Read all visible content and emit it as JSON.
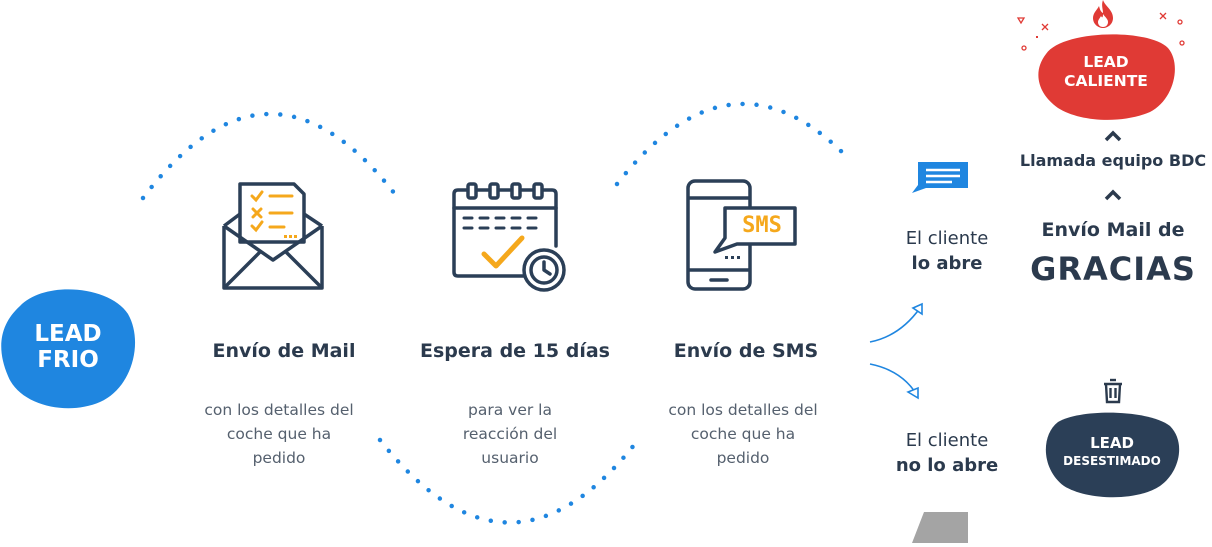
{
  "lead_frio": {
    "line1": "LEAD",
    "line2": "FRIO"
  },
  "steps": [
    {
      "title": "Envío de Mail",
      "desc_lines": [
        "con los detalles del",
        "coche que ha",
        "pedido"
      ]
    },
    {
      "title": "Espera de 15 días",
      "desc_lines": [
        "para ver la",
        "reacción del",
        "usuario"
      ]
    },
    {
      "title": "Envío de SMS",
      "desc_lines": [
        "con los detalles del",
        "coche que ha",
        "pedido"
      ]
    }
  ],
  "sms_badge": "SMS",
  "client_opens": {
    "line1": "El cliente",
    "line2": "lo abre"
  },
  "client_not_opens": {
    "line1": "El cliente",
    "line2": "no lo abre"
  },
  "lead_caliente": {
    "line1": "LEAD",
    "line2": "CALIENTE"
  },
  "bdc_call": "Llamada equipo BDC",
  "thanks_mail": {
    "line1": "Envío Mail de",
    "line2": "GRACIAS"
  },
  "lead_desestimado": {
    "line1": "LEAD",
    "line2": "DESESTIMADO"
  },
  "colors": {
    "blue": "#1f86e0",
    "red": "#e03a35",
    "navy": "#2b3f57",
    "orange": "#f5a81c",
    "dark": "#2b3a4d"
  },
  "icons": [
    "mail-checklist-icon",
    "calendar-clock-icon",
    "phone-sms-icon",
    "message-icon",
    "trash-icon",
    "fire-icon",
    "chevron-up-icon"
  ]
}
